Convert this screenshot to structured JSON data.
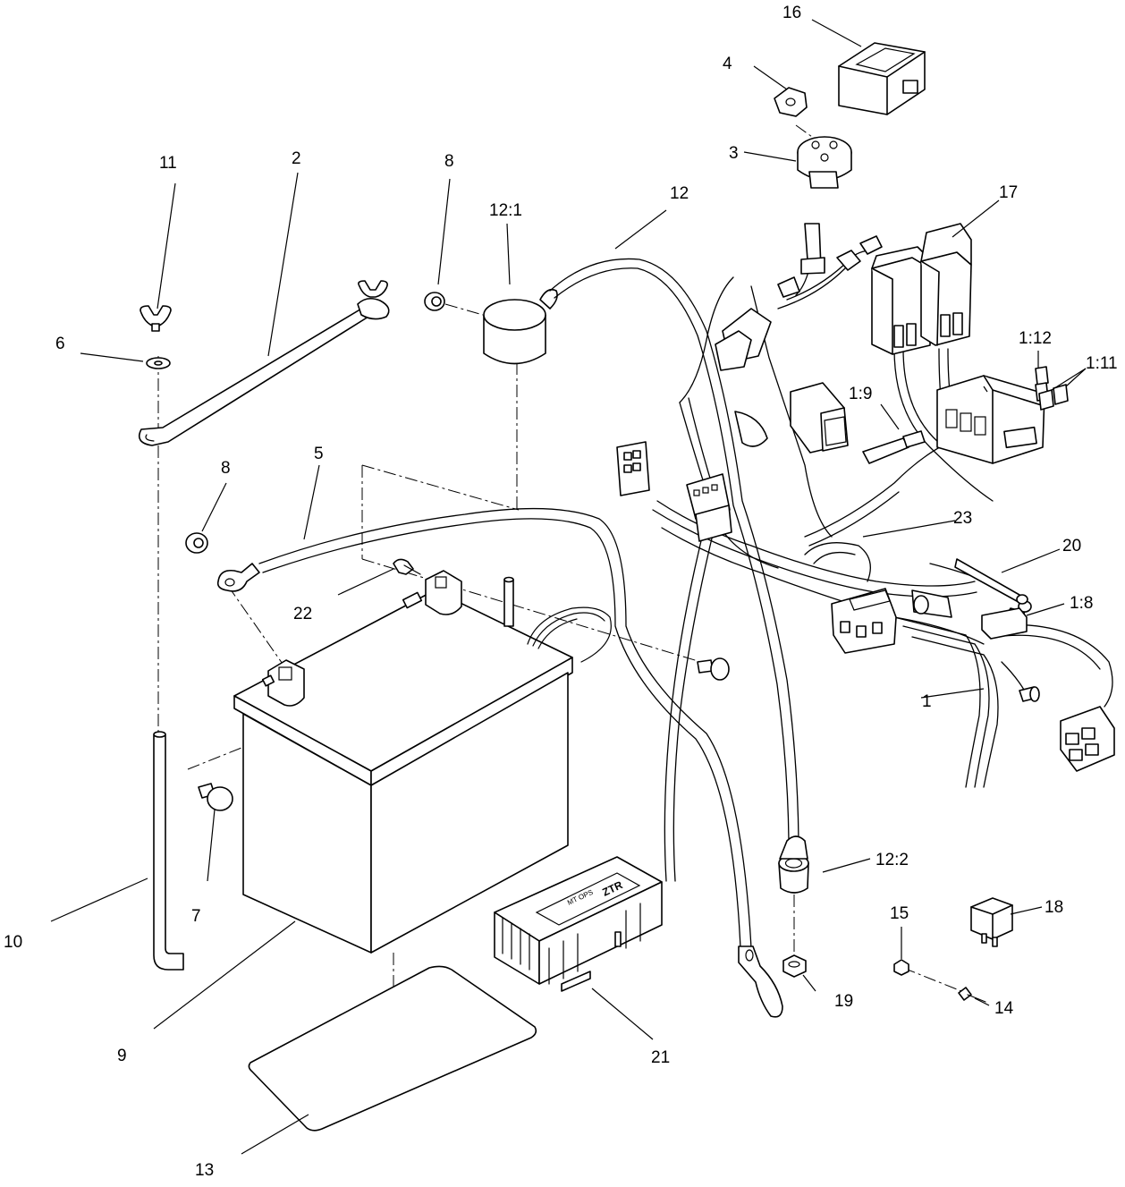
{
  "callouts": {
    "c1": "1",
    "c2": "2",
    "c3": "3",
    "c4": "4",
    "c5": "5",
    "c6": "6",
    "c7": "7",
    "c8a": "8",
    "c8b": "8",
    "c9": "9",
    "c10": "10",
    "c11": "11",
    "c12": "12",
    "c12_1": "12:1",
    "c12_2": "12:2",
    "c13": "13",
    "c14": "14",
    "c15": "15",
    "c16": "16",
    "c17": "17",
    "c18": "18",
    "c19": "19",
    "c20": "20",
    "c21": "21",
    "c22": "22",
    "c23": "23",
    "c1_8": "1:8",
    "c1_9": "1:9",
    "c1_11": "1:11",
    "c1_12": "1:12"
  },
  "module_label": {
    "brand": "ZTR",
    "line1": "MT OPS"
  }
}
